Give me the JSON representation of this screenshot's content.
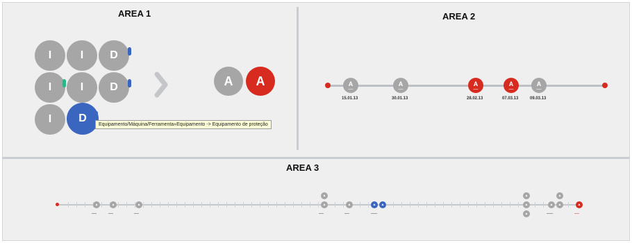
{
  "area1": {
    "title": "AREA 1",
    "grid": [
      "I",
      "I",
      "D",
      "I",
      "I",
      "D",
      "I",
      "D"
    ],
    "result": [
      "A",
      "A"
    ],
    "tooltip": "Equipamento/Máquina/Ferramenta»Equipamento -> Equipamento de proteção"
  },
  "area2": {
    "title": "AREA 2",
    "nodes": [
      {
        "label": "A",
        "date": "15.01.13",
        "color": "gray"
      },
      {
        "label": "A",
        "date": "30.01.13",
        "color": "gray"
      },
      {
        "label": "A",
        "date": "28.02.13",
        "color": "red"
      },
      {
        "label": "A",
        "date": "07.03.13",
        "color": "red"
      },
      {
        "label": "A",
        "date": "09.03.13",
        "color": "gray"
      }
    ]
  },
  "area3": {
    "title": "AREA 3"
  },
  "colors": {
    "gray": "#a6a6a6",
    "blue": "#3a66c0",
    "red": "#d62b1e",
    "teal": "#2bb58a",
    "panel": "#efefef",
    "divider": "#c9ccd2"
  }
}
